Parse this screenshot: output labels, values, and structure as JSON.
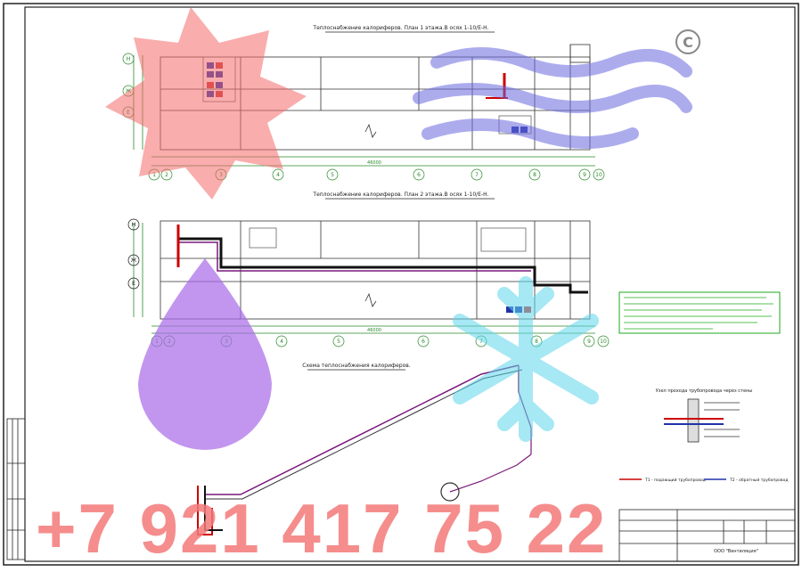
{
  "drawing": {
    "plan1_title": "Теплоснабжение калориферов. План 1 этажа.В осях 1-10/Е-Н.",
    "plan2_title": "Теплоснабжение калориферов. План 2 этажа.В осях 1-10/Е-Н.",
    "scheme_title": "Схема теплоснабжения калориферов.",
    "detail_title": "Узел прохода трубопровода через стены",
    "axes_numbers": [
      "1",
      "2",
      "3",
      "4",
      "5",
      "6",
      "7",
      "8",
      "9",
      "10"
    ],
    "axes_letters_plan1": [
      "Н",
      "Ж",
      "Е"
    ],
    "axes_letters_plan2": [
      "Н",
      "Ж",
      "Е"
    ],
    "total_dim": "46000",
    "copyright": "©",
    "company": "ООО \"Вентиляция\""
  },
  "watermark": {
    "phone": "+7 921 417 75 22"
  },
  "legend": {
    "supply": "Т1 - подающий трубопровод",
    "return": "Т2 - обратный трубопровод"
  }
}
